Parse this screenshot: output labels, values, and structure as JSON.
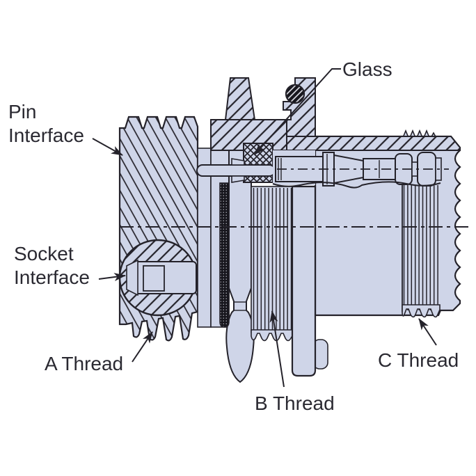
{
  "diagram": {
    "labels": {
      "pin_line1": "Pin",
      "pin_line2": "Interface",
      "glass": "Glass",
      "socket_line1": "Socket",
      "socket_line2": "Interface",
      "a_thread": "A Thread",
      "b_thread": "B Thread",
      "c_thread": "C Thread"
    },
    "colors": {
      "body_fill": "#cfd5e8",
      "line": "#24222a",
      "text": "#2a2931",
      "background": "#ffffff",
      "seal_dark": "#17161d",
      "oring_dark": "#17161d"
    }
  }
}
